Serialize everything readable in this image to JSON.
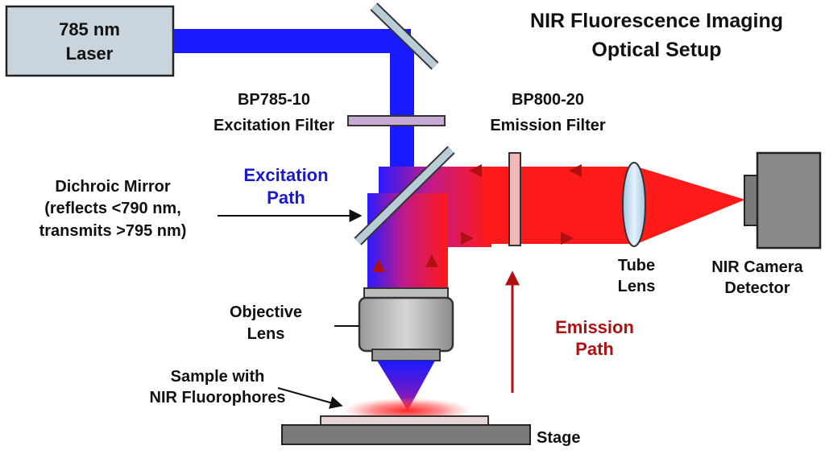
{
  "title": {
    "line1": "NIR Fluorescence Imaging",
    "line2": "Optical Setup"
  },
  "laser": {
    "line1": "785 nm",
    "line2": "Laser"
  },
  "excitation_filter": {
    "line1": "BP785-10",
    "line2": "Excitation Filter"
  },
  "emission_filter": {
    "line1": "BP800-20",
    "line2": "Emission Filter"
  },
  "dichroic": {
    "line1": "Dichroic Mirror",
    "line2": "(reflects <790 nm,",
    "line3": "transmits >795 nm)"
  },
  "excitation_path": {
    "line1": "Excitation",
    "line2": "Path"
  },
  "emission_path": {
    "line1": "Emission",
    "line2": "Path"
  },
  "objective": {
    "line1": "Objective",
    "line2": "Lens"
  },
  "sample": {
    "line1": "Sample with",
    "line2": "NIR Fluorophores"
  },
  "stage": {
    "label": "Stage"
  },
  "tube_lens": {
    "line1": "Tube",
    "line2": "Lens"
  },
  "camera": {
    "line1": "NIR Camera",
    "line2": "Detector"
  },
  "colors": {
    "excitation_blue": "#1a1aff",
    "emission_red": "#ff1a1a",
    "emission_label": "#b01010",
    "excitation_label": "#1a1acc",
    "mirror": "#b9cdd8",
    "filter_excitation": "#c7a9d6",
    "filter_emission": "#f2b8b8",
    "component_gray": "#8a8a8a"
  }
}
